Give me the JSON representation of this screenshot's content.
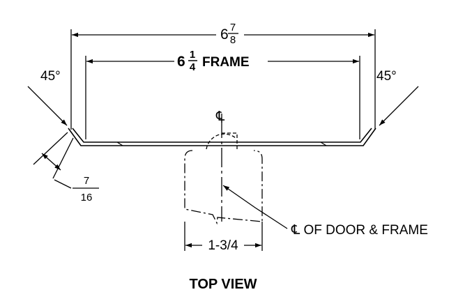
{
  "drawing": {
    "overall_width": {
      "whole": "6",
      "num": "7",
      "den": "8"
    },
    "frame_width": {
      "whole": "6",
      "num": "1",
      "den": "4",
      "label": "FRAME"
    },
    "angle_left": "45°",
    "angle_right": "45°",
    "return_depth": {
      "num": "7",
      "den": "16"
    },
    "centerline_symbol": "℄",
    "centerline_label": "℄ OF DOOR & FRAME",
    "door_thickness": "1-3/4",
    "view_title": "TOP VIEW"
  }
}
